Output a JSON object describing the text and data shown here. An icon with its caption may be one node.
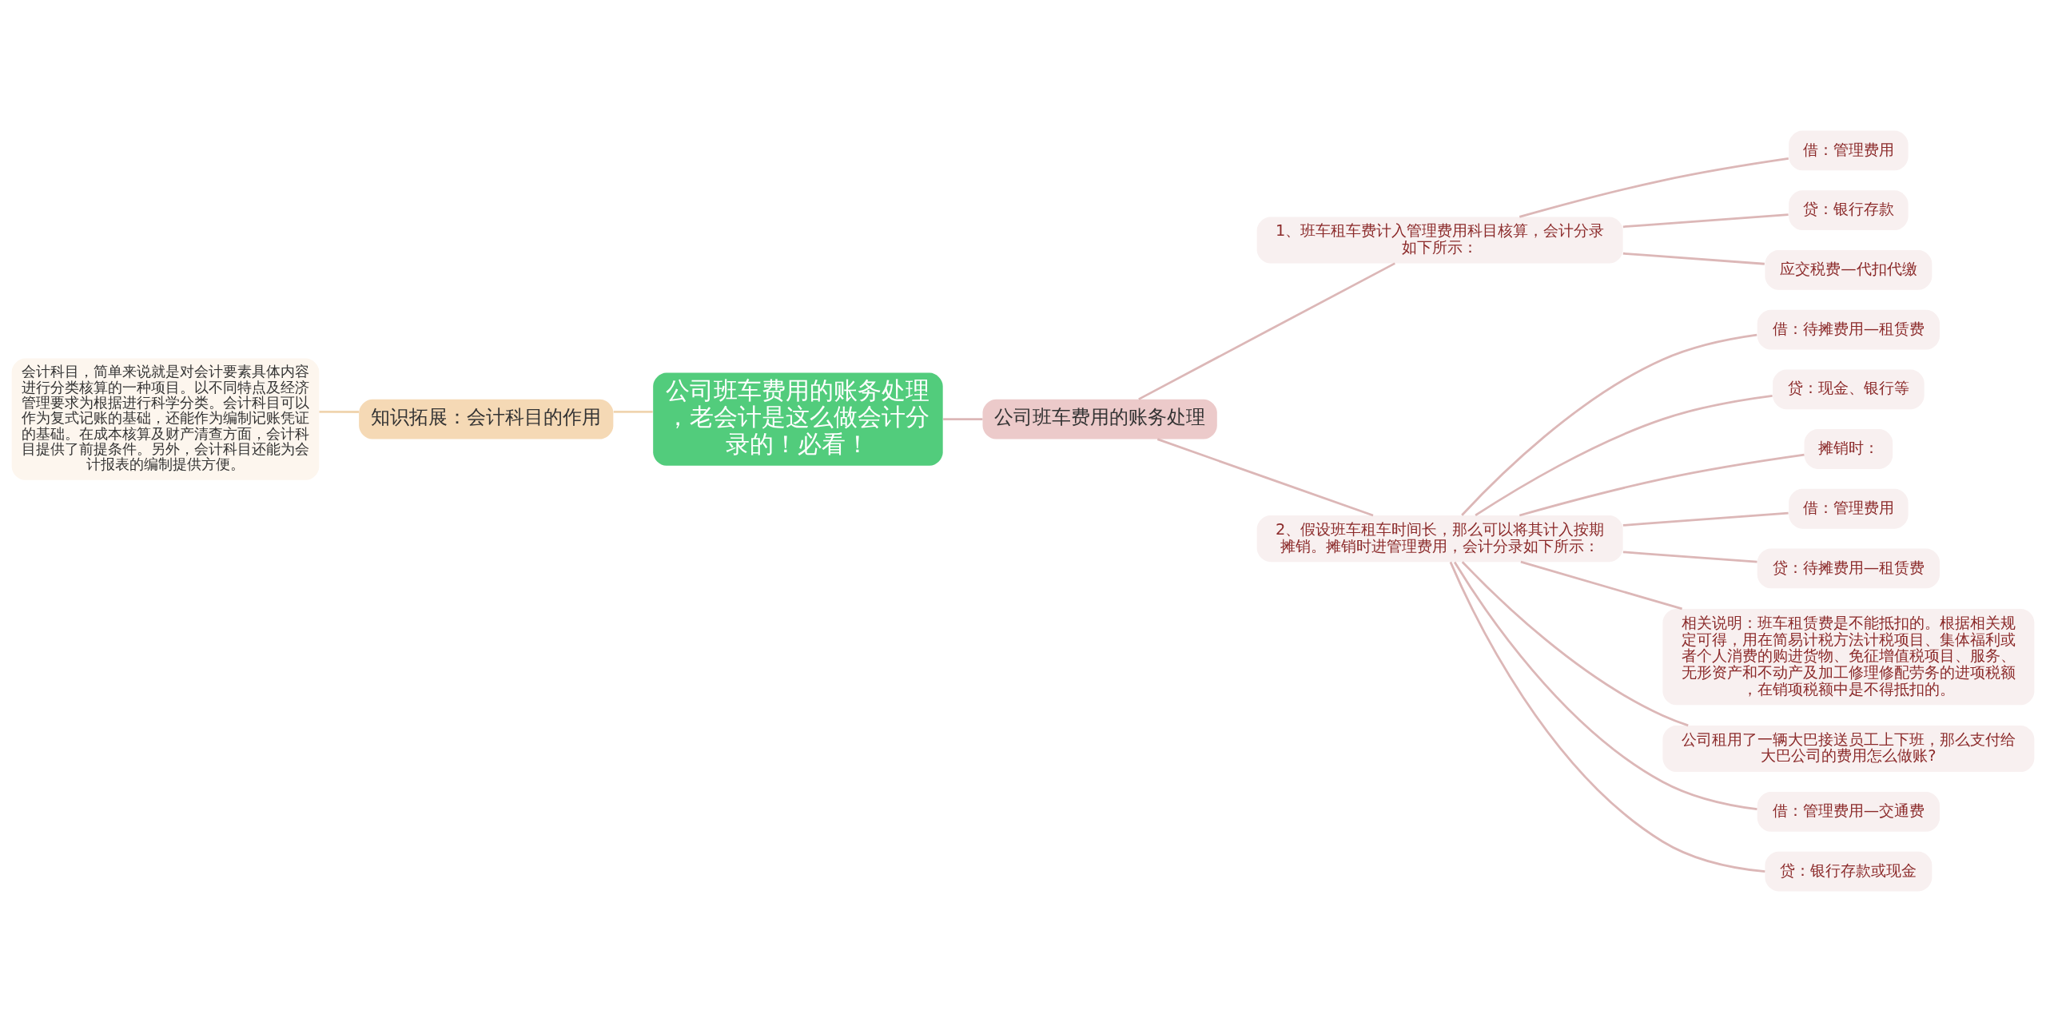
{
  "diagram": {
    "nodes": [
      {
        "text": [
          "公司班车费用的账务处理，老会计是这么做会计分录的！必看！"
        ]
      },
      {
        "text": [
          "知识拓展：会计科目的作用"
        ]
      },
      {
        "text": [
          "会计科目，简单来说就是对会计要素具体内容进行分类核算的一种项目。以不同特点及经济管理要求为根据进行科学分类。会计科目可以作为复式记账的基础，还能作为编制记账凭证的基础。在成本核算及财产清查方面，会计科目提供了前提条件。另外，会计科目还能为会计报表的编制提供方便。"
        ]
      },
      {
        "text": [
          "公司班车费用的账务处理"
        ]
      },
      {
        "text": [
          "1、班车租车费计入管理费用科目核算，会计分录如下所示："
        ]
      },
      {
        "text": [
          "借：管理费用"
        ]
      },
      {
        "text": [
          "贷：银行存款"
        ]
      },
      {
        "text": [
          "应交税费—代扣代缴"
        ]
      },
      {
        "text": [
          "2、假设班车租车时间长，那么可以将其计入按期摊销。摊销时进管理费用，会计分录如下所示："
        ]
      },
      {
        "text": [
          "借：待摊费用—租赁费"
        ]
      },
      {
        "text": [
          "贷：现金、银行等"
        ]
      },
      {
        "text": [
          "摊销时："
        ]
      },
      {
        "text": [
          "借：管理费用"
        ]
      },
      {
        "text": [
          "贷：待摊费用—租赁费"
        ]
      },
      {
        "text": [
          "相关说明：班车租赁费是不能抵扣的。根据相关规定可得，用在简易计税方法计税项目、集体福利或者个人消费的购进货物、免征增值税项目、服务、无形资产和不动产及加工修理修配劳务的进项税额，在销项税额中是不得抵扣的。"
        ]
      },
      {
        "text": [
          "公司租用了一辆大巴接送员工上下班，那么支付给大巴公司的费用怎么做账?"
        ]
      },
      {
        "text": [
          "借：管理费用—交通费"
        ]
      },
      {
        "text": [
          "贷：银行存款或现金"
        ]
      }
    ],
    "edges": [
      {
        "from": 0,
        "to": 1,
        "arrow": "none",
        "color": "#f0d5b0"
      },
      {
        "from": 1,
        "to": 2,
        "arrow": "none",
        "color": "#f0d5b0"
      },
      {
        "from": 0,
        "to": 3,
        "arrow": "none"
      },
      {
        "from": 3,
        "to": 4,
        "arrow": "none"
      },
      {
        "from": 4,
        "to": 5,
        "arrow": "none"
      },
      {
        "from": 4,
        "to": 6,
        "arrow": "none"
      },
      {
        "from": 4,
        "to": 7,
        "arrow": "none"
      },
      {
        "from": 3,
        "to": 8,
        "arrow": "none"
      },
      {
        "from": 8,
        "to": 9,
        "arrow": "none"
      },
      {
        "from": 8,
        "to": 10,
        "arrow": "none"
      },
      {
        "from": 8,
        "to": 11,
        "arrow": "none"
      },
      {
        "from": 8,
        "to": 12,
        "arrow": "none"
      },
      {
        "from": 8,
        "to": 13,
        "arrow": "none"
      },
      {
        "from": 8,
        "to": 14,
        "arrow": "none"
      },
      {
        "from": 8,
        "to": 15,
        "arrow": "none"
      },
      {
        "from": 8,
        "to": 16,
        "arrow": "none"
      },
      {
        "from": 8,
        "to": 17,
        "arrow": "none"
      }
    ]
  }
}
